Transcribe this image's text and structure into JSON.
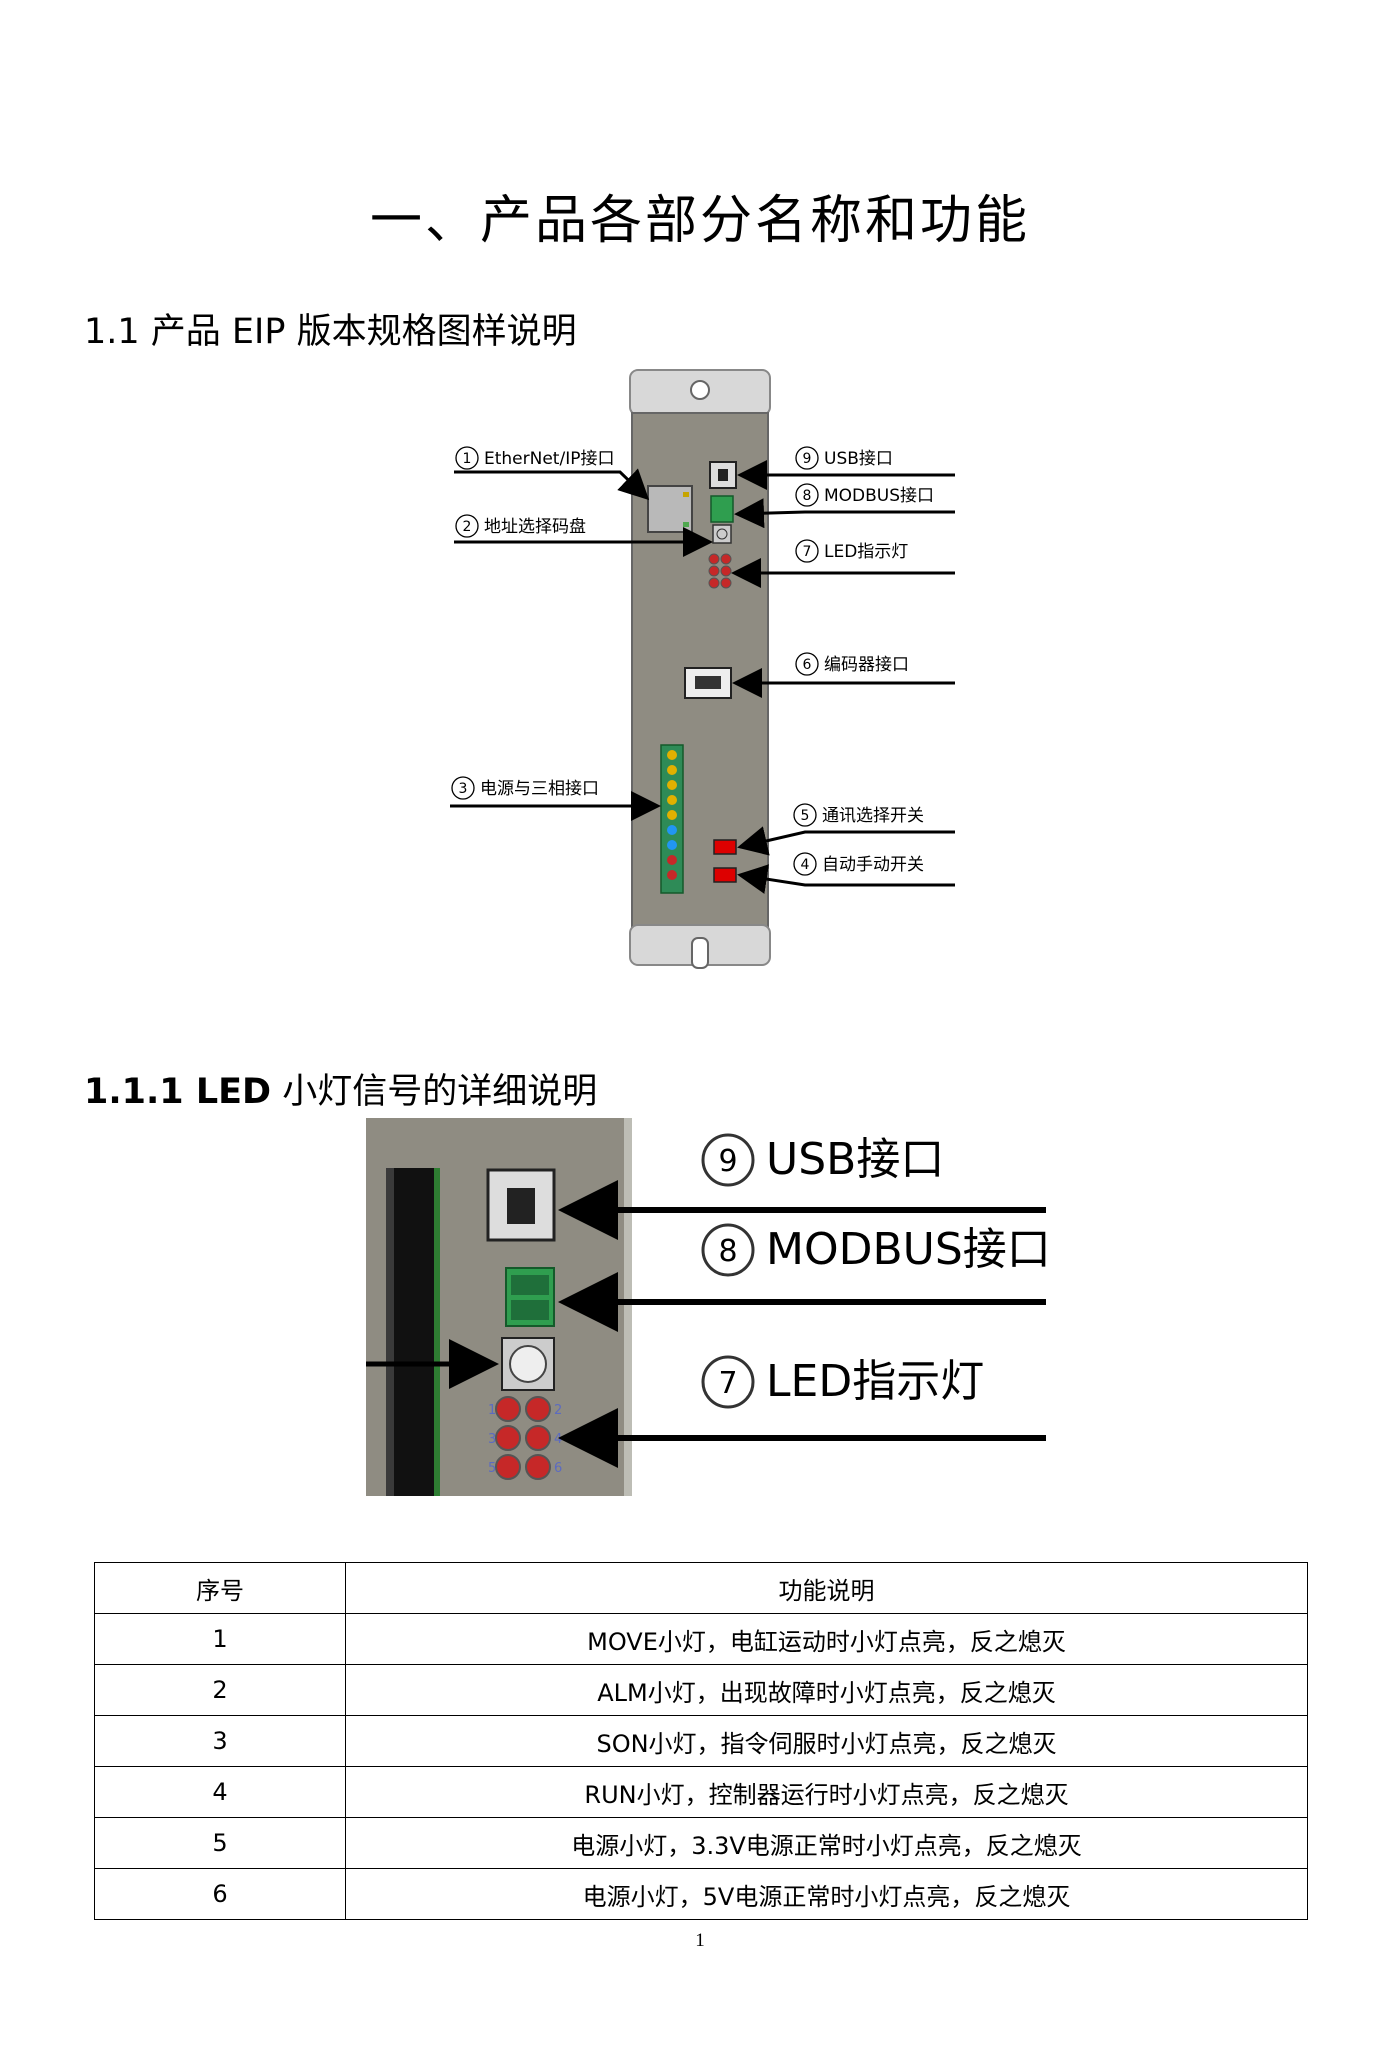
{
  "page": {
    "title": "一、产品各部分名称和功能",
    "section_heading": "1.1 产品 EIP 版本规格图样说明",
    "subsection_number": "1.1.1 LED",
    "subsection_text": " 小灯信号的详细说明",
    "page_number": "1"
  },
  "diagram1": {
    "callouts": [
      {
        "num": "1",
        "label": "EtherNet/IP接口"
      },
      {
        "num": "2",
        "label": "地址选择码盘"
      },
      {
        "num": "3",
        "label": "电源与三相接口"
      },
      {
        "num": "4",
        "label": "自动手动开关"
      },
      {
        "num": "5",
        "label": "通讯选择开关"
      },
      {
        "num": "6",
        "label": "编码器接口"
      },
      {
        "num": "7",
        "label": "LED指示灯"
      },
      {
        "num": "8",
        "label": "MODBUS接口"
      },
      {
        "num": "9",
        "label": "USB接口"
      }
    ]
  },
  "diagram2": {
    "callouts": [
      {
        "num": "9",
        "label": "USB接口"
      },
      {
        "num": "8",
        "label": "MODBUS接口"
      },
      {
        "num": "7",
        "label": "LED指示灯"
      }
    ],
    "led_numbers": [
      "1",
      "2",
      "3",
      "4",
      "5",
      "6"
    ]
  },
  "table": {
    "headers": [
      "序号",
      "功能说明"
    ],
    "rows": [
      {
        "num": "1",
        "desc": "MOVE小灯，电缸运动时小灯点亮，反之熄灭"
      },
      {
        "num": "2",
        "desc": "ALM小灯，出现故障时小灯点亮，反之熄灭"
      },
      {
        "num": "3",
        "desc": "SON小灯，指令伺服时小灯点亮，反之熄灭"
      },
      {
        "num": "4",
        "desc": "RUN小灯，控制器运行时小灯点亮，反之熄灭"
      },
      {
        "num": "5",
        "desc": "电源小灯，3.3V电源正常时小灯点亮，反之熄灭"
      },
      {
        "num": "6",
        "desc": "电源小灯，5V电源正常时小灯点亮，反之熄灭"
      }
    ]
  }
}
